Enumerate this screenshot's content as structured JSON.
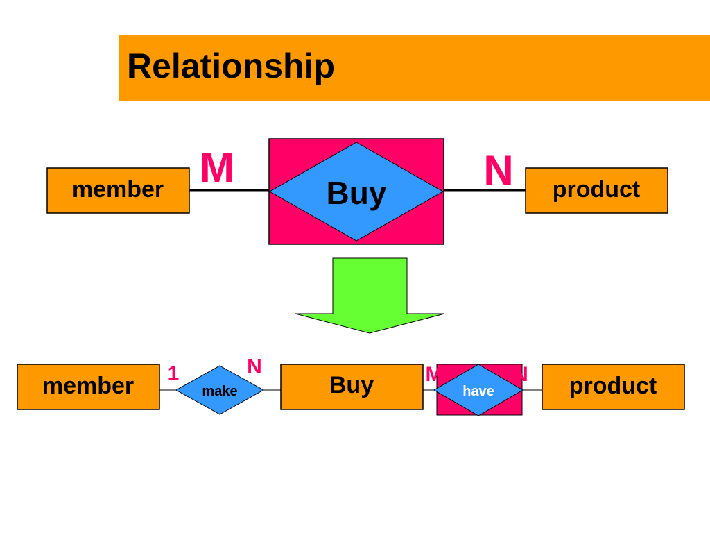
{
  "title": "Relationship",
  "colors": {
    "title_bg": "#ff9900",
    "entity_fill": "#ff9900",
    "relationship_fill": "#3399ff",
    "associative_box_fill": "#ff0066",
    "cardinality_text": "#ff0066",
    "arrow_fill": "#66ff33"
  },
  "top_diagram": {
    "left_entity": "member",
    "relationship": "Buy",
    "right_entity": "product",
    "left_cardinality": "M",
    "right_cardinality": "N"
  },
  "transform_arrow": {
    "icon": "down-arrow-icon"
  },
  "bottom_diagram": {
    "left_entity": "member",
    "left_relationship": "make",
    "middle_entity": "Buy",
    "right_relationship": "have",
    "right_entity": "product",
    "card_member_make": "1",
    "card_make_buy": "N",
    "card_buy_have": "M",
    "card_have_product": "N"
  }
}
